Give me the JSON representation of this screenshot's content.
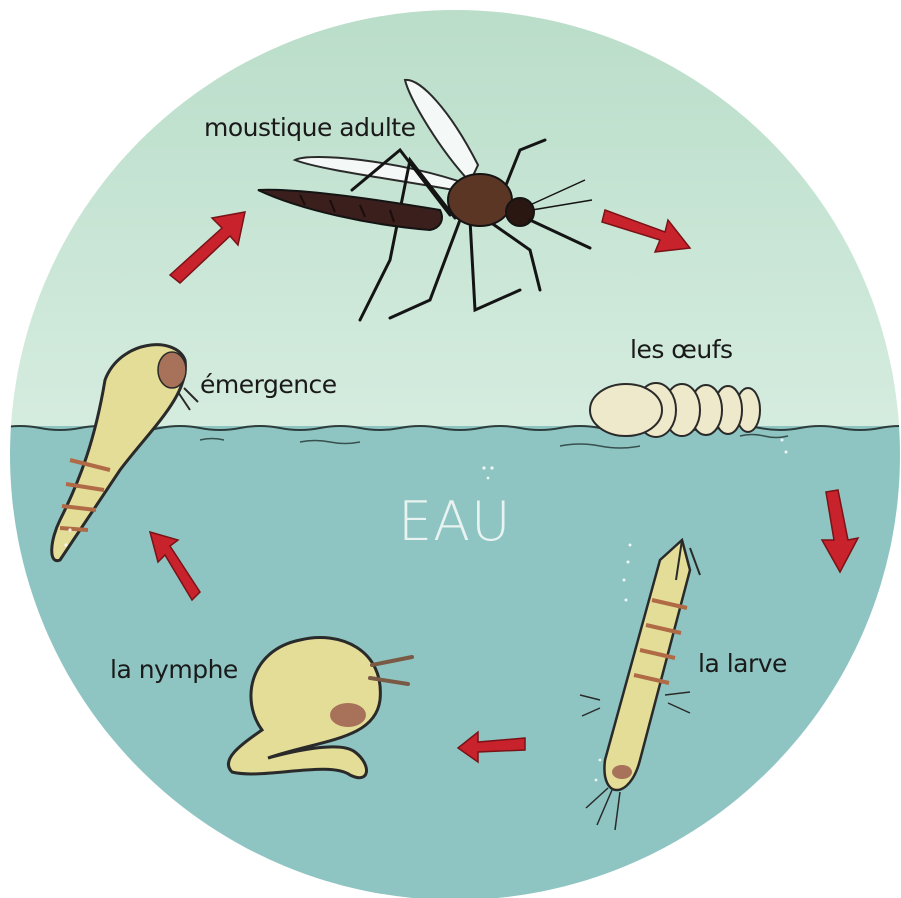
{
  "labels": {
    "adult": "moustique adulte",
    "eggs": "les œufs",
    "larva": "la larve",
    "pupa": "la nymphe",
    "emergence": "émergence",
    "water": "EAU"
  },
  "stages_order": [
    "adult",
    "eggs",
    "larva",
    "pupa",
    "emergence"
  ],
  "colors": {
    "sky": "#c5e4d4",
    "water": "#8ec5c2",
    "arrow": "#c8232c",
    "body_yellow": "#e3dd98",
    "mosquito": "#4a2a1e",
    "eggs": "#efe9cb"
  }
}
